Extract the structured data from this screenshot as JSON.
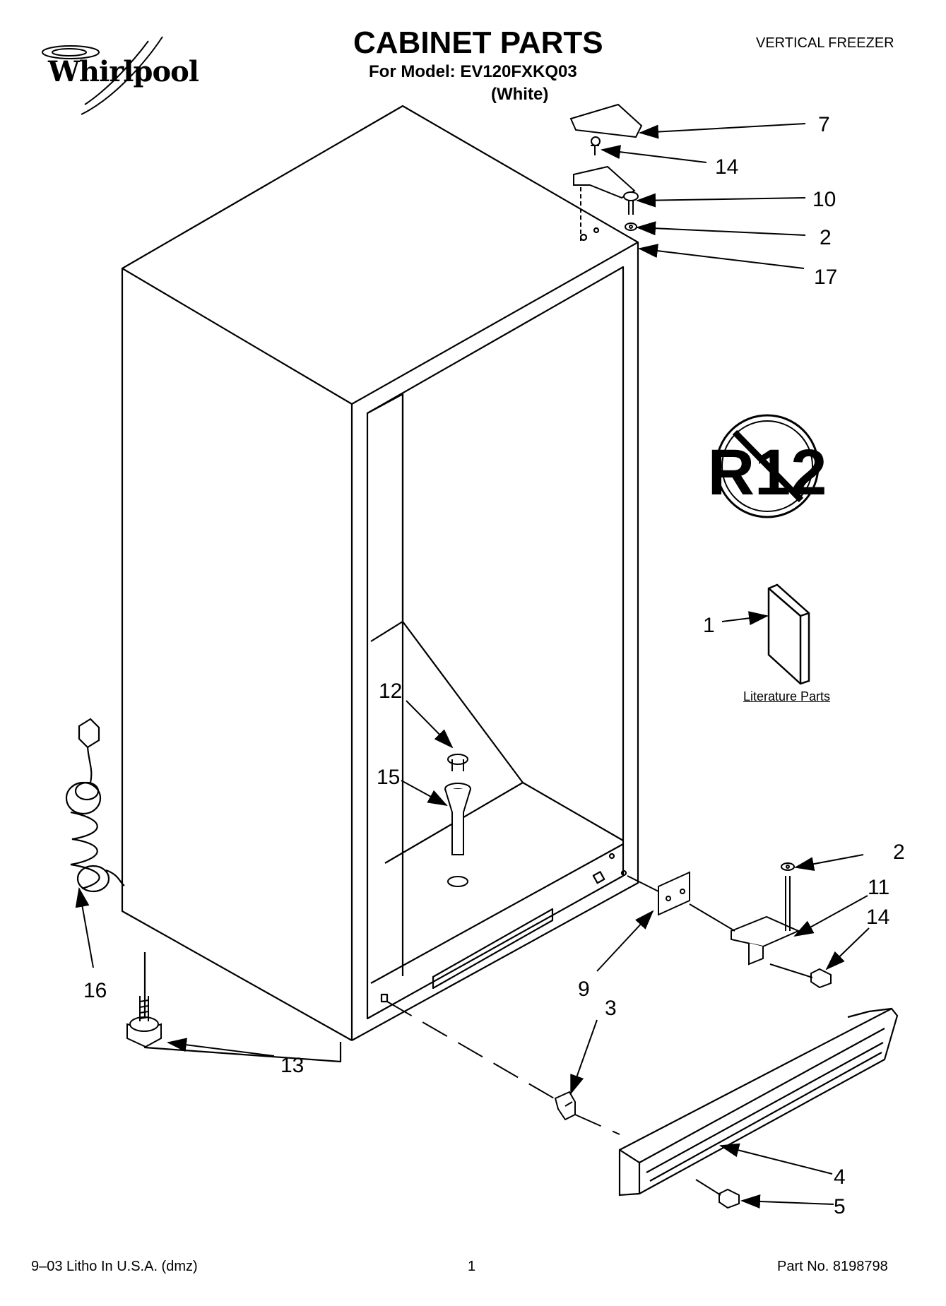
{
  "header": {
    "brand": "Whirlpool",
    "title": "CABINET PARTS",
    "model_line": "For Model: EV120FXKQ03",
    "color_line": "(White)",
    "product": "VERTICAL FREEZER"
  },
  "badge": {
    "text": "R12"
  },
  "literature_label": "Literature Parts",
  "callouts": [
    "7",
    "14",
    "10",
    "2",
    "17",
    "1",
    "12",
    "15",
    "16",
    "13",
    "2",
    "11",
    "14",
    "9",
    "3",
    "4",
    "5"
  ],
  "footer": {
    "left": "9–03 Litho In U.S.A. (dmz)",
    "page": "1",
    "part_no": "Part No. 8198798"
  }
}
